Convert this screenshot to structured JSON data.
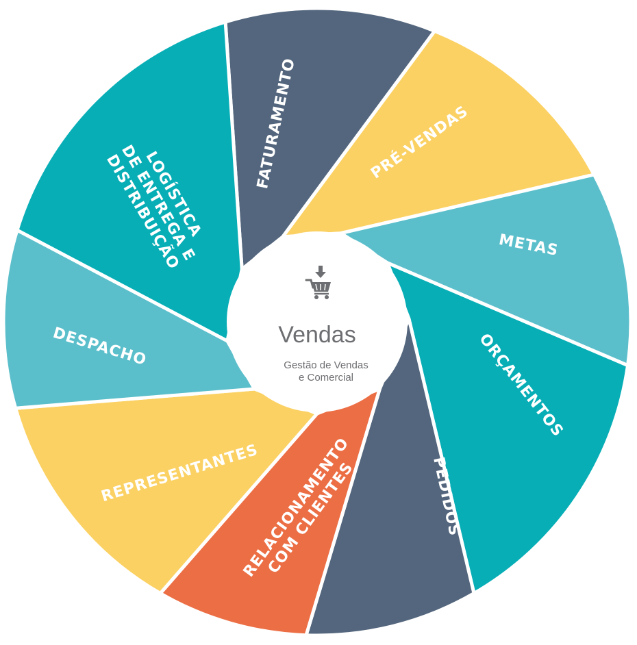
{
  "center": {
    "title": "Vendas",
    "subtitle_lines": [
      "Gestão de Vendas",
      "e Comercial"
    ],
    "icon": "shopping-cart-download-icon"
  },
  "segments": [
    {
      "id": "faturamento",
      "lines": [
        "FATURAMENTO"
      ],
      "color": "#53667d"
    },
    {
      "id": "pre-vendas",
      "lines": [
        "PRÉ-VENDAS"
      ],
      "color": "#fbd163"
    },
    {
      "id": "metas",
      "lines": [
        "METAS"
      ],
      "color": "#5bbfcb"
    },
    {
      "id": "orcamentos",
      "lines": [
        "ORÇAMENTOS"
      ],
      "color": "#07aeb6"
    },
    {
      "id": "pedidos",
      "lines": [
        "PEDIDOS"
      ],
      "color": "#53667d"
    },
    {
      "id": "relacionamento",
      "lines": [
        "RELACIONAMENTO",
        "COM CLIENTES"
      ],
      "color": "#ec6e44"
    },
    {
      "id": "representantes",
      "lines": [
        "REPRESENTANTES"
      ],
      "color": "#fbd163"
    },
    {
      "id": "despacho",
      "lines": [
        "DESPACHO"
      ],
      "color": "#5bbfcb"
    },
    {
      "id": "logistica",
      "lines": [
        "LOGÍSTICA",
        "DE ENTREGA E",
        "DISTRIBUIÇÃO"
      ],
      "color": "#07aeb6"
    }
  ]
}
